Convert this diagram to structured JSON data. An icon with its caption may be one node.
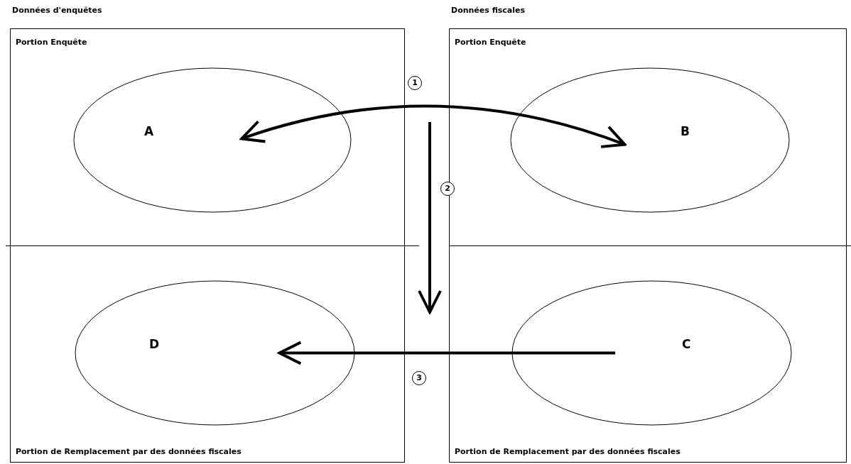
{
  "diagram": {
    "nodes": [
      {
        "text": [
          "Données d'enquêtes",
          "Portion Enquête",
          "Portion de Remplacement par des données fiscales"
        ]
      },
      {
        "text": [
          "A"
        ],
        "in": 0
      },
      {
        "text": [
          "D"
        ],
        "in": 0
      },
      {
        "text": [
          "Données fiscales",
          "Portion Enquête",
          "Portion de Remplacement par des données fiscales"
        ]
      },
      {
        "text": [
          "B"
        ],
        "in": 3
      },
      {
        "text": [
          "C"
        ],
        "in": 3
      }
    ],
    "edges": [
      {
        "from": 1,
        "to": 4,
        "arrow": "both",
        "label": "1"
      },
      {
        "from": 5,
        "to": 2,
        "arrow": "to",
        "label": "3"
      }
    ],
    "labels": [
      "2"
    ]
  }
}
